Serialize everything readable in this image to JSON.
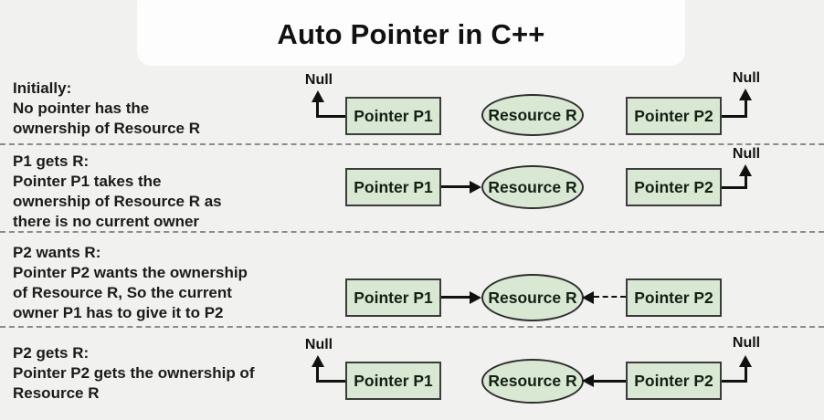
{
  "title": "Auto Pointer in C++",
  "node_labels": {
    "pointer_p1": "Pointer P1",
    "resource": "Resource R",
    "pointer_p2": "Pointer P2",
    "null_label": "Null"
  },
  "rows": [
    {
      "lines": [
        "Initially:",
        "No pointer has the",
        "ownership of Resource R"
      ]
    },
    {
      "lines": [
        "P1 gets R:",
        "Pointer P1 takes the",
        "ownership of Resource R as",
        "there is no current owner"
      ]
    },
    {
      "lines": [
        "P2 wants R:",
        "Pointer P2 wants the ownership",
        "of Resource R, So the current",
        "owner P1 has to give it to P2"
      ]
    },
    {
      "lines": [
        "P2 gets R:",
        "Pointer P2 gets the ownership of",
        "Resource R"
      ]
    }
  ],
  "colors": {
    "background": "#f1f1ef",
    "title_bg": "#fdfdfd",
    "node_fill": "#d9e8d2",
    "node_border": "#3b3b3b",
    "text": "#1b1b1b",
    "separator": "#8c8c8c",
    "line": "#111111"
  }
}
